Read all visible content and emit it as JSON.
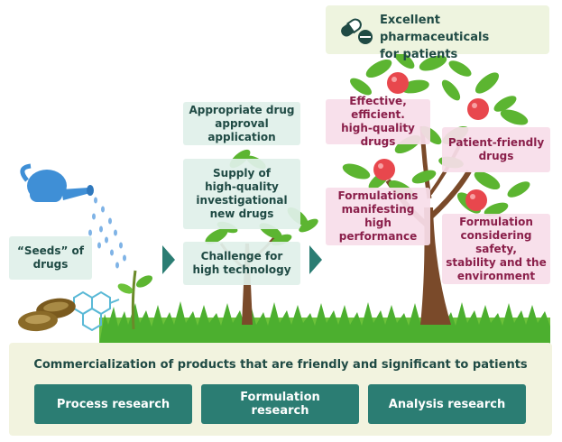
{
  "header": {
    "excellent_line1": "Excellent pharmaceuticals",
    "excellent_line2": "for patients"
  },
  "seed": {
    "label": "“Seeds” of\ndrugs"
  },
  "middle_labels": {
    "approval": "Appropriate drug\napproval application",
    "supply": "Supply of\nhigh-quality\ninvestigational\nnew drugs",
    "challenge": "Challenge for\nhigh technology"
  },
  "fruit_labels": {
    "effective": "Effective, efficient.\nhigh-quality drugs",
    "friendly": "Patient-friendly\ndrugs",
    "formulations": "Formulations\nmanifesting\nhigh performance",
    "safety": "Formulation\nconsidering safety,\nstability and the\nenvironment"
  },
  "bottom": {
    "title": "Commercialization of products that are friendly and significant to patients",
    "buttons": [
      "Process research",
      "Formulation\nresearch",
      "Analysis research"
    ]
  },
  "colors": {
    "teal": "#2b7d73",
    "mint": "#e0f0ea",
    "pink": "#f8dee9",
    "grass": "#4caf2f",
    "apple": "#e8474d",
    "leaf": "#5cb531",
    "trunk": "#7a4a2a"
  },
  "icons": [
    "watering-can-icon",
    "capsule-icon",
    "molecule-icon",
    "arrow-right-icon"
  ]
}
